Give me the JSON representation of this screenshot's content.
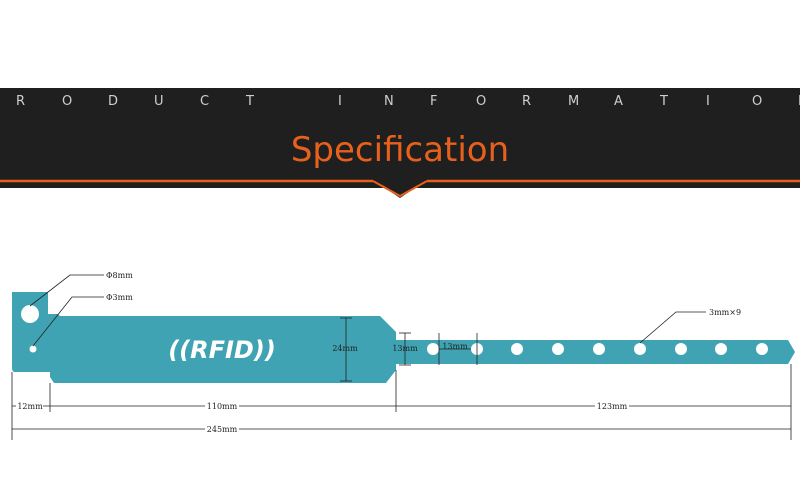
{
  "banner": {
    "ribbon_text": "RODUCT INFORMATION",
    "title": "Specification",
    "colors": {
      "background": "#1f1f1f",
      "accent": "#e8611c",
      "ribbon_text": "#cfcfcf"
    }
  },
  "wristband": {
    "color": "#3fa3b3",
    "logo_text": "((RFID))",
    "labels": {
      "hole_large": "Φ8mm",
      "hole_small": "Φ3mm",
      "holes_count": "3mm×9",
      "chip_height": "24mm",
      "neck_height": "13mm",
      "hole_spacing": "13mm",
      "tail_length": "12mm",
      "body_length": "110mm",
      "strap_length": "123mm",
      "total_length": "245mm"
    }
  }
}
